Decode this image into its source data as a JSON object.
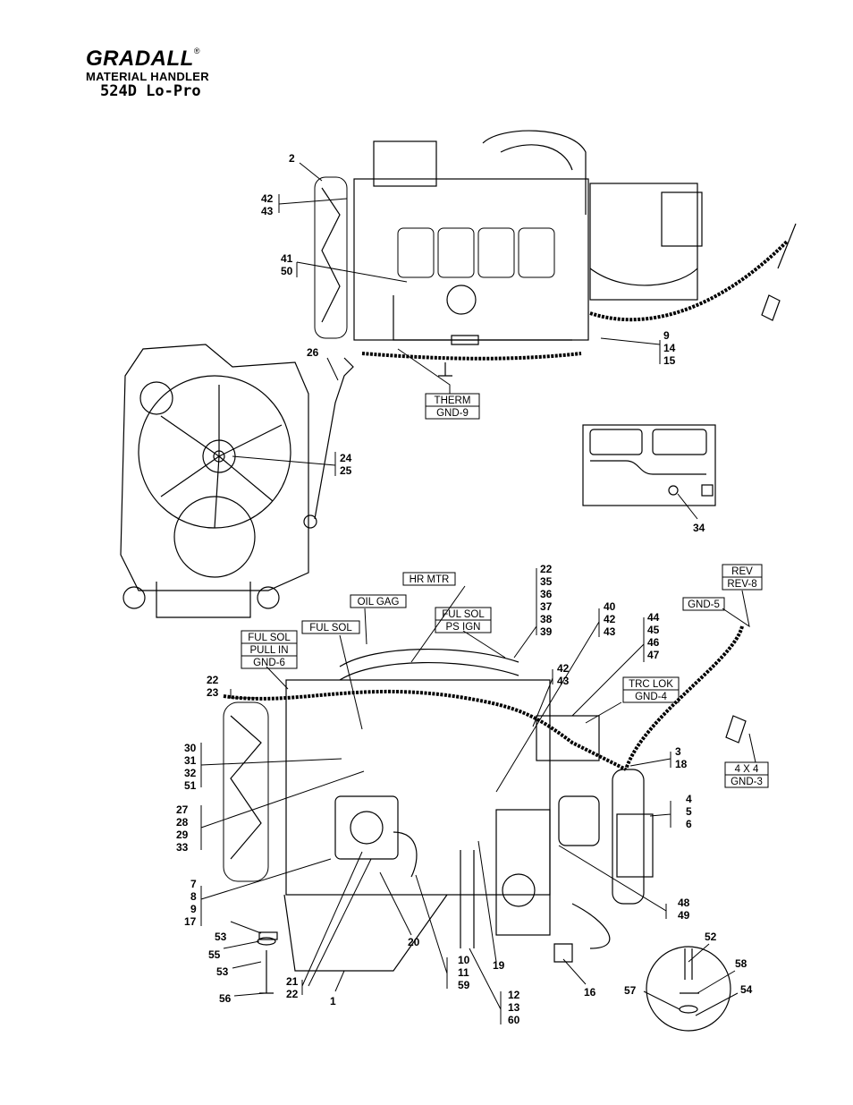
{
  "header": {
    "brand": "GRADALL",
    "registered": "®",
    "subtitle": "MATERIAL HANDLER",
    "model": "524D Lo-Pro"
  },
  "callouts": {
    "top_view": [
      "2",
      "42",
      "43",
      "41",
      "50",
      "26",
      "9",
      "14",
      "15"
    ],
    "front_view": [
      "24",
      "25"
    ],
    "detail_view": [
      "34"
    ],
    "side_view": [
      "22",
      "23",
      "30",
      "31",
      "32",
      "51",
      "27",
      "28",
      "29",
      "33",
      "7",
      "8",
      "9",
      "17",
      "53",
      "55",
      "53",
      "56",
      "21",
      "22",
      "1",
      "20",
      "10",
      "11",
      "59",
      "12",
      "13",
      "60",
      "19",
      "16",
      "48",
      "49",
      "4",
      "5",
      "6",
      "3",
      "18",
      "42",
      "43",
      "22",
      "35",
      "36",
      "37",
      "38",
      "39",
      "40",
      "42",
      "43",
      "44",
      "45",
      "46",
      "47",
      "52",
      "58",
      "57",
      "54"
    ]
  },
  "connector_tags": {
    "therm": "THERM",
    "gnd9": "GND-9",
    "hr_mtr": "HR MTR",
    "oil_gag": "OIL GAG",
    "ful_sol": "FUL SOL",
    "ful_sol_ps_1": "FUL SOL",
    "ful_sol_ps_2": "PS IGN",
    "ful_sol_pull_1": "FUL SOL",
    "ful_sol_pull_2": "PULL IN",
    "ful_sol_pull_3": "GND-6",
    "rev_1": "REV",
    "rev_2": "REV-8",
    "gnd5": "GND-5",
    "trc_lok_1": "TRC LOK",
    "trc_lok_2": "GND-4",
    "four_x_four_1": "4 X 4",
    "four_x_four_2": "GND-3"
  }
}
